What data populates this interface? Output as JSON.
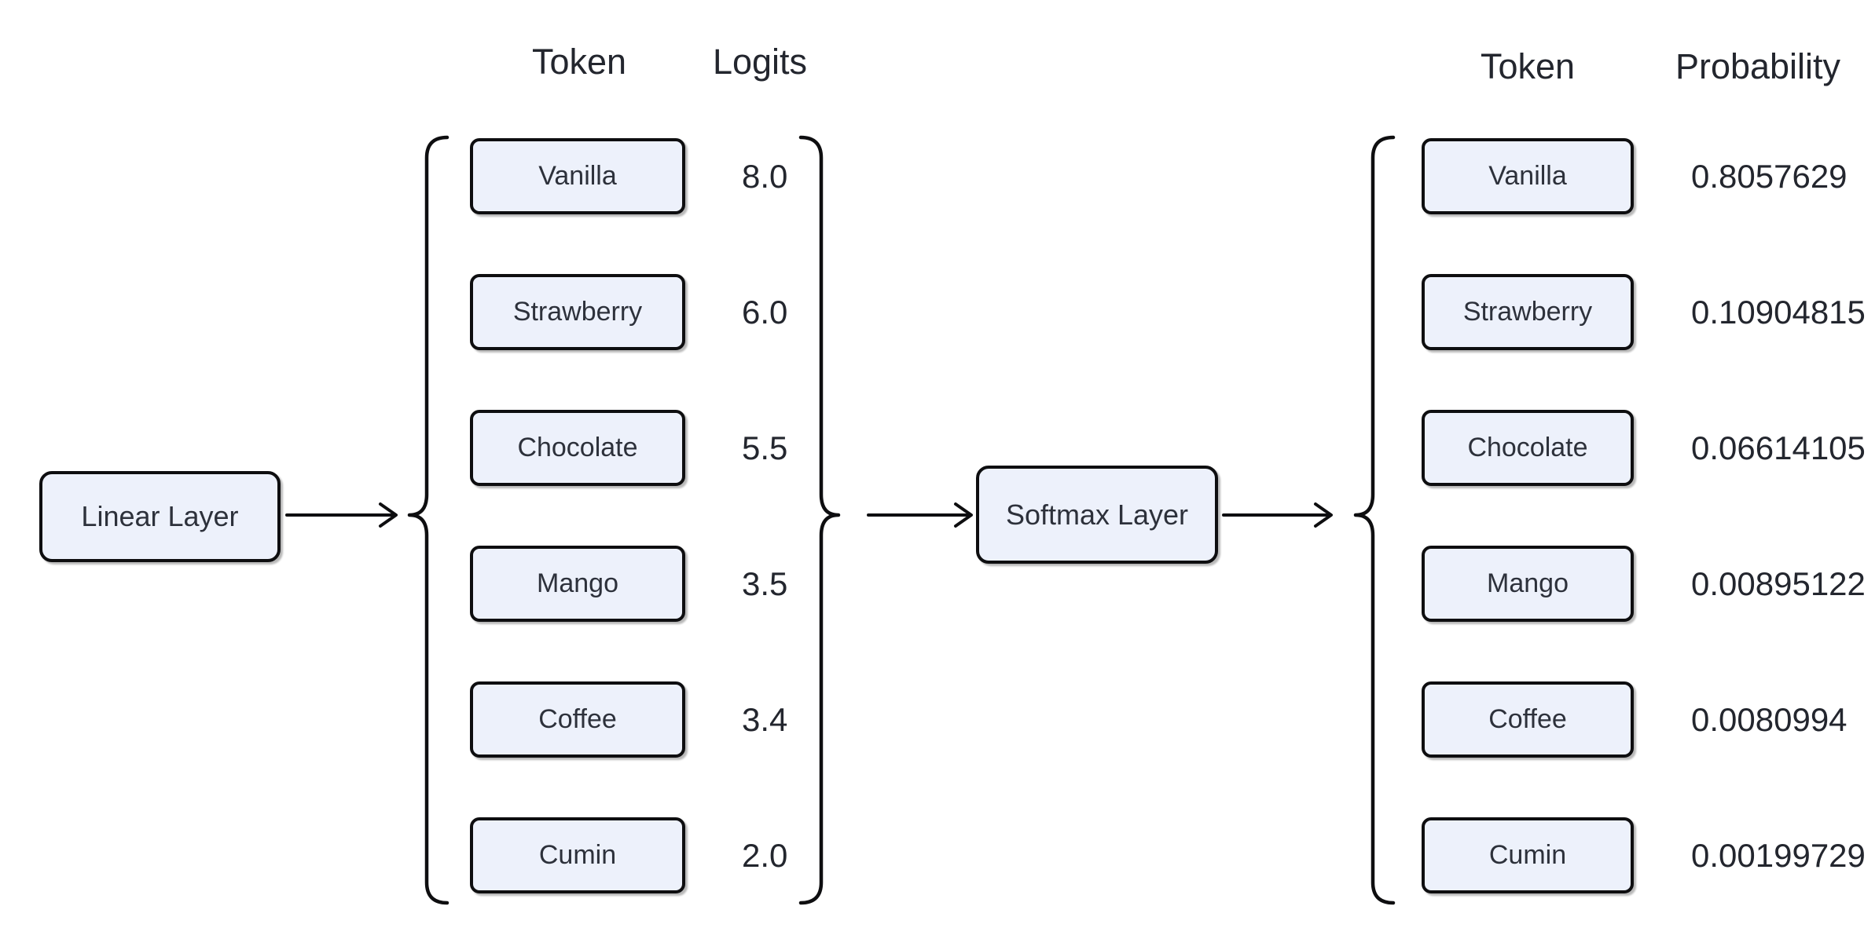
{
  "nodes": {
    "linear": "Linear Layer",
    "softmax": "Softmax Layer"
  },
  "logits_table": {
    "token_header": "Token",
    "value_header": "Logits",
    "rows": [
      {
        "token": "Vanilla",
        "value": "8.0"
      },
      {
        "token": "Strawberry",
        "value": "6.0"
      },
      {
        "token": "Chocolate",
        "value": "5.5"
      },
      {
        "token": "Mango",
        "value": "3.5"
      },
      {
        "token": "Coffee",
        "value": "3.4"
      },
      {
        "token": "Cumin",
        "value": "2.0"
      }
    ]
  },
  "probability_table": {
    "token_header": "Token",
    "value_header": "Probability",
    "rows": [
      {
        "token": "Vanilla",
        "value": "0.8057629"
      },
      {
        "token": "Strawberry",
        "value": "0.10904815"
      },
      {
        "token": "Chocolate",
        "value": "0.06614105"
      },
      {
        "token": "Mango",
        "value": "0.00895122"
      },
      {
        "token": "Coffee",
        "value": "0.0080994"
      },
      {
        "token": "Cumin",
        "value": "0.00199729"
      }
    ]
  },
  "colors": {
    "background": "#ffffff",
    "box_fill": "#edf1fb",
    "box_border": "#0e0e10",
    "line": "#0e0e10",
    "text": "#2d313b",
    "header_text": "#23262e"
  }
}
